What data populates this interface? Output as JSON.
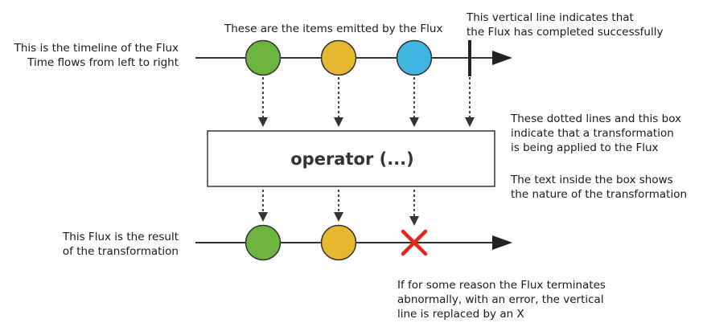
{
  "operator_label": "operator (...)",
  "annotations": {
    "timeline": [
      "This is the timeline of the Flux",
      "Time flows from left to right"
    ],
    "items": [
      "These are the items emitted by the Flux"
    ],
    "completion": [
      "This vertical line indicates that",
      "the Flux has completed successfully"
    ],
    "transformation": [
      "These dotted lines and this box",
      "indicate that a transformation",
      "is being applied to the Flux"
    ],
    "box_text": [
      "The text inside the box shows",
      "the nature of the transformation"
    ],
    "result": [
      "This Flux is the result",
      "of the transformation"
    ],
    "error": [
      "If for some reason the Flux terminates",
      "abnormally, with an error, the vertical",
      "line is replaced by an X"
    ]
  },
  "colors": {
    "green": "#6db33f",
    "yellow": "#e6b830",
    "blue": "#3fb6e0",
    "error_x": "#e8261c",
    "line": "#333333"
  }
}
